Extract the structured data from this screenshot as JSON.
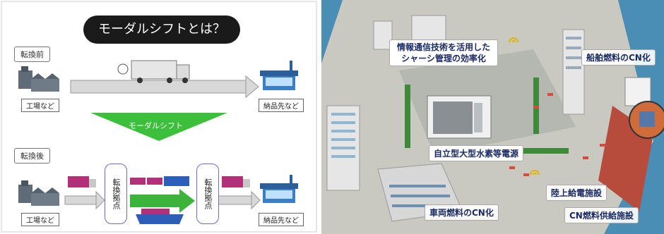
{
  "left_panel": {
    "title": "モーダルシフトとは？",
    "before_label": "転換前",
    "after_label": "転換後",
    "shift_label": "モーダルシフト",
    "factory_label_top": "工場など",
    "dest_label_top": "納品先など",
    "factory_label_bottom": "工場など",
    "dest_label_bottom": "納品先など",
    "hub_left": "転換拠点",
    "hub_right": "転換拠点",
    "colors": {
      "shift_arrow": "#3cc03c",
      "rail_arrow": "#3cb43c",
      "hub_border": "#6a6ad8"
    }
  },
  "right_panel": {
    "callout_chassis": "情報通信技術を活用した\nシャーシ管理の効率化",
    "callout_ship_fuel": "船舶燃料のCN化",
    "callout_hydrogen": "自立型大型水素等電源",
    "callout_vehicle_fuel": "車両燃料のCN化",
    "callout_shore_power": "陸上給電施設",
    "callout_cn_supply": "CN燃料供給施設"
  }
}
